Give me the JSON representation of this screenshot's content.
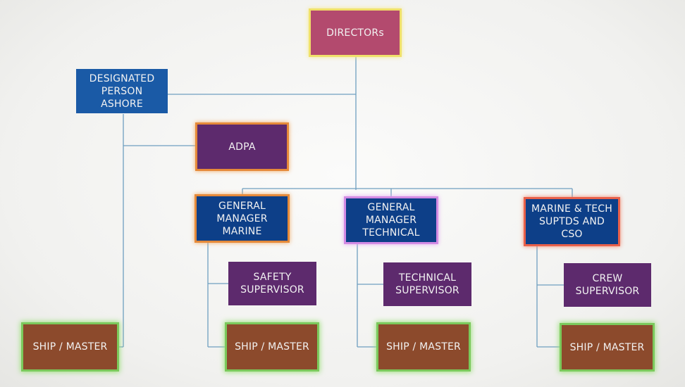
{
  "org_chart": {
    "directors": "DIRECTORs",
    "designated_person_ashore": "DESIGNATED\nPERSON ASHORE",
    "adpa": "ADPA",
    "gm_marine": "GENERAL\nMANAGER\nMARINE",
    "gm_technical": "GENERAL\nMANAGER\nTECHNICAL",
    "marine_tech_suptds": "MARINE & TECH\nSUPTDS AND CSO",
    "safety_supervisor": "SAFETY\nSUPERVISOR",
    "technical_supervisor": "TECHNICAL\nSUPERVISOR",
    "crew_supervisor": "CREW\nSUPERVISOR",
    "ship_master_dpa": "SHIP / MASTER",
    "ship_master_marine": "SHIP / MASTER",
    "ship_master_technical": "SHIP / MASTER",
    "ship_master_crew": "SHIP  / MASTER"
  },
  "colors": {
    "connector": "#6f9fc0",
    "directors_fill": "#b34a6e",
    "dpa_fill": "#1a5aa6",
    "manager_fill": "#0d3f88",
    "supervisor_fill": "#5d2a6d",
    "ship_fill": "#8c4a2c",
    "ship_glow": "#7bc95c"
  }
}
